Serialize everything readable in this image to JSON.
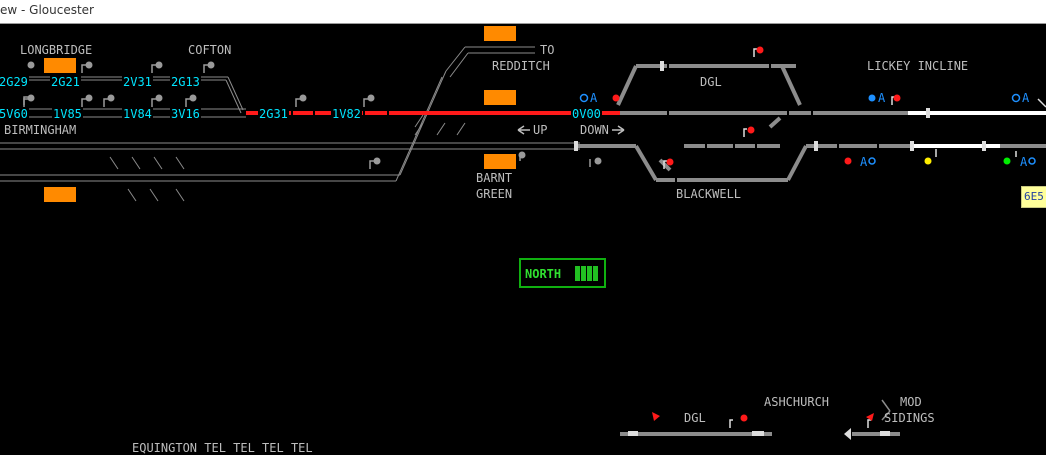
{
  "window": {
    "title": "ew - Gloucester"
  },
  "labels": {
    "longbridge": "LONGBRIDGE",
    "cofton": "COFTON",
    "to": "TO",
    "redditch": "REDDITCH",
    "dgl_top": "DGL",
    "lickey_incline": "LICKEY INCLINE",
    "birmingham": "BIRMINGHAM",
    "up": "UP",
    "down": "DOWN",
    "barnt": "BARNT",
    "green": "GREEN",
    "blackwell": "BLACKWELL",
    "dgl_bottom": "DGL",
    "ashchurch": "ASHCHURCH",
    "mod": "MOD",
    "sidings": "SIDINGS",
    "bottom_fragment": "EQUINGTON   TEL  TEL      TEL TEL"
  },
  "train_describers": [
    "2G29",
    "2G21",
    "2V31",
    "2G13",
    "5V60",
    "1V85",
    "1V84",
    "3V16",
    "2G31",
    "1V82",
    "0V00"
  ],
  "auto_indicator": "A",
  "north_panel": {
    "label": "NORTH",
    "level": 4
  },
  "berth_tag": "6E5",
  "colors": {
    "background": "#000000",
    "track_idle": "#8c8c8c",
    "track_occupied": "#ff1a1a",
    "track_set": "#ffffff",
    "describer_text": "#00e5ff",
    "label_text": "#bdbdbd",
    "berth_box": "#ff8a00",
    "signal_red": "#ff1a1a",
    "signal_blue": "#1e90ff",
    "signal_yellow": "#ffee00",
    "signal_green": "#00ee00",
    "north_frame": "#10b010"
  }
}
